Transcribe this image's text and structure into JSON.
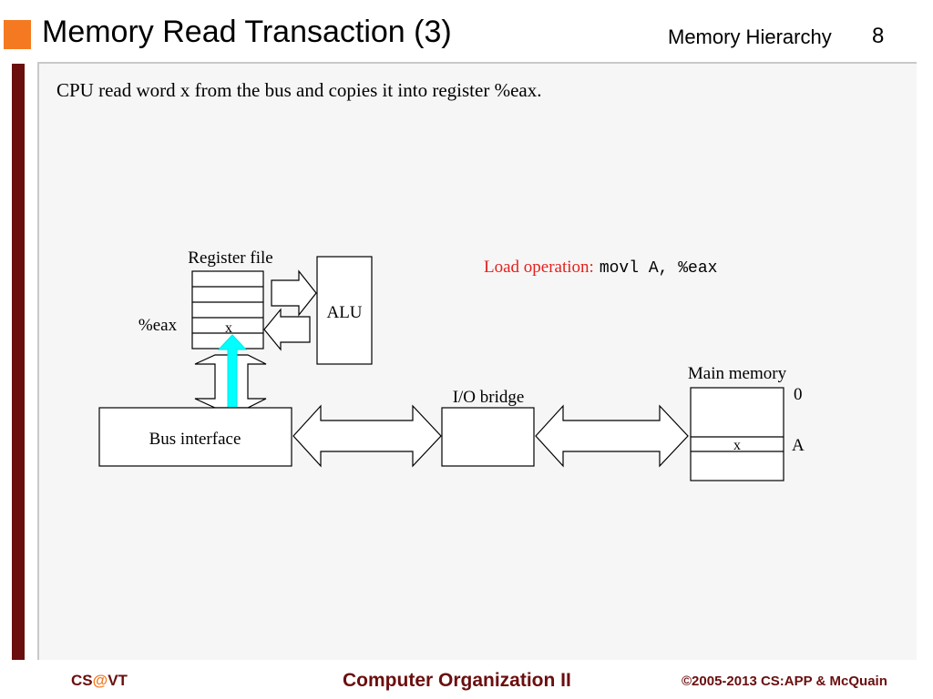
{
  "header": {
    "title": "Memory Read Transaction (3)",
    "section": "Memory Hierarchy",
    "page_number": "8"
  },
  "body": {
    "description": "CPU read word x from the bus and copies it into register %eax."
  },
  "diagram": {
    "register_file_label": "Register file",
    "register_name": "%eax",
    "register_value": "x",
    "alu_label": "ALU",
    "bus_interface_label": "Bus interface",
    "io_bridge_label": "I/O bridge",
    "main_memory_label": "Main memory",
    "memory_address_zero": "0",
    "memory_address_a": "A",
    "memory_value": "x",
    "load_operation_label": "Load operation:",
    "load_operation_code": "movl A, %eax"
  },
  "footer": {
    "left_prefix": "CS",
    "left_at": "@",
    "left_suffix": "VT",
    "center": "Computer Organization II",
    "right": "©2005-2013 CS:APP & McQuain"
  },
  "colors": {
    "accent_orange": "#f47920",
    "maroon": "#6b0e0e",
    "load_red": "#e3211d",
    "data_arrow_cyan": "#00ffff"
  }
}
